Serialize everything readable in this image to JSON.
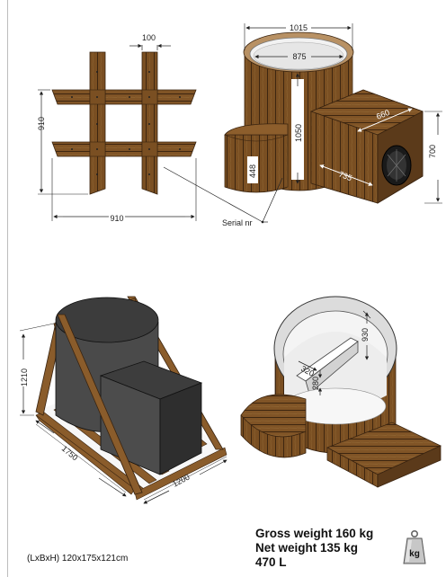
{
  "top_left_frame": {
    "dim_board_width": "100",
    "dim_height": "910",
    "dim_width": "910"
  },
  "tub_top_view": {
    "dim_outer_diameter": "1015",
    "dim_inner_diameter": "875",
    "dim_tub_height": "1050",
    "dim_step_height": "448",
    "dim_box_depth": "660",
    "dim_box_height": "700",
    "dim_box_length": "735",
    "serial_label": "Serial nr"
  },
  "packaged": {
    "dim_height": "1210",
    "dim_length": "1750",
    "dim_width": "1200"
  },
  "inner_view": {
    "dim_depth": "930",
    "dim_seat_width": "320",
    "dim_seat_height": "280"
  },
  "footer": {
    "package_dims": "(LxBxH) 120x175x121cm",
    "gross_weight": "Gross weight 160 kg",
    "net_weight": "Net weight 135 kg",
    "volume": "470 L",
    "kg_icon_label": "kg"
  },
  "colors": {
    "wood": "#7a4f22",
    "wood_dark": "#4a2e12",
    "grey_dark": "#4a4a4a",
    "concrete": "#d9d9d9"
  }
}
